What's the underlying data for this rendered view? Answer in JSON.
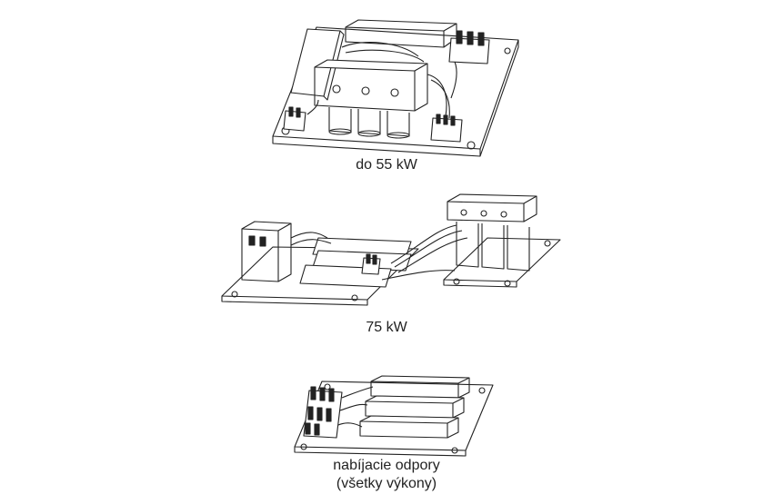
{
  "figures": [
    {
      "caption_lines": [
        "do 55 kW"
      ]
    },
    {
      "caption_lines": [
        "75 kW"
      ]
    },
    {
      "caption_lines": [
        "nabíjacie odpory",
        "(všetky výkony)"
      ]
    }
  ]
}
